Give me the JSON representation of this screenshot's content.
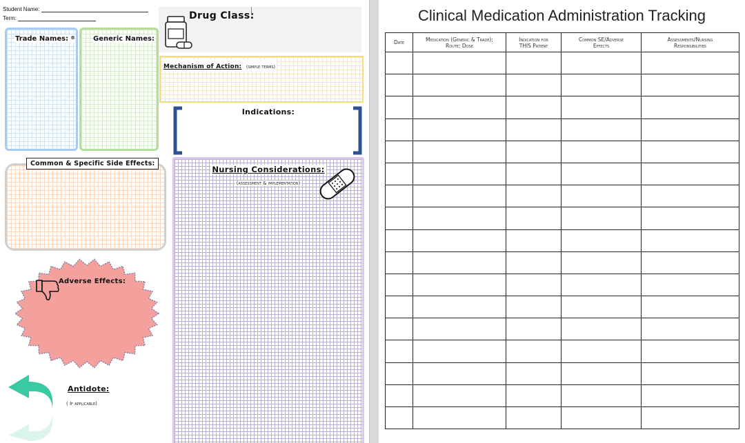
{
  "worksheet": {
    "student_name_label": "Student Name:",
    "term_label": "Term:",
    "drug_class_label": "Drug Class:",
    "trade_names_label": "Trade Names:",
    "trade_names_mark": "®",
    "generic_names_label": "Generic Names:",
    "mechanism_label": "Mechanism of Action:",
    "mechanism_note": "(simple terms)",
    "indications_label": "Indications:",
    "side_effects_label": "Common & Specific Side Effects:",
    "nursing_label": "Nursing Considerations:",
    "nursing_note": "(assessment & implementation)",
    "adverse_label": "Adverse Effects:",
    "antidote_label": "Antidote:",
    "antidote_note": "( If applicable)"
  },
  "tracking": {
    "title": "Clinical Medication Administration Tracking",
    "columns": [
      {
        "line1": "Date",
        "line2": ""
      },
      {
        "line1": "Medication (Generic & Trade);",
        "line2": "Route; Dose"
      },
      {
        "line1": "Indication for",
        "line2": "THIS Patient"
      },
      {
        "line1": "Common SE/Adverse",
        "line2": "Effects"
      },
      {
        "line1": "Assessments/Nursing",
        "line2": "Responsibilities"
      }
    ]
  },
  "colors": {
    "trade_border": "#a7ccef",
    "generic_border": "#b5dd9c",
    "mechanism_border": "#f2de7d",
    "side_effects_border": "#cfcfcf",
    "nursing_border": "#d9c7ec",
    "adverse_fill": "#f4a09c",
    "bracket": "#2e5293",
    "antidote_arrow": "#39c9a3"
  }
}
